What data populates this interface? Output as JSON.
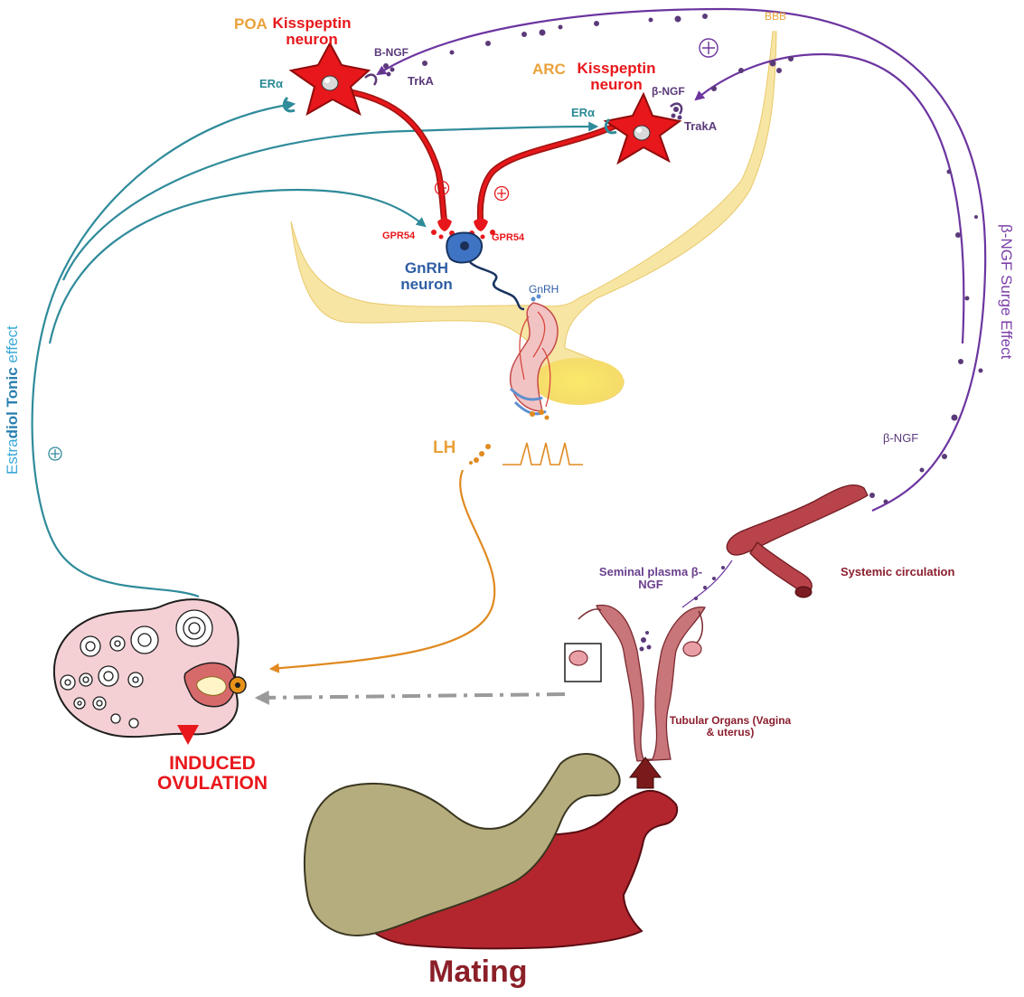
{
  "neurons": {
    "poa_label": "POA",
    "poa_kisspeptin": "Kisspeptin neuron",
    "arc_label": "ARC",
    "arc_kisspeptin": "Kisspeptin neuron",
    "gnrh_neuron": "GnRH neuron"
  },
  "receptors": {
    "b_ngf_poa": "B-NGF",
    "trka_poa": "TrkA",
    "b_ngf_arc": "β-NGF",
    "traka_arc": "TrakA",
    "er_alpha_poa": "ERα",
    "er_alpha_arc": "ERα",
    "gpr54_left": "GPR54",
    "gpr54_right": "GPR54",
    "gnrh": "GnRH"
  },
  "labels": {
    "bbb": "BBB",
    "lh": "LH",
    "b_ngf_circulation": "β-NGF",
    "seminal_plasma": "Seminal plasma β-NGF",
    "systemic_circulation": "Systemic circulation",
    "tubular_organs": "Tubular Organs (Vagina & uterus)",
    "induced_ovulation": "INDUCED OVULATION",
    "mating": "Mating"
  },
  "side_labels": {
    "estradiol_prefix": "Estra",
    "estradiol_bold": "diol Tonic",
    "estradiol_suffix": " effect",
    "surge_effect": "β-NGF Surge Effect"
  },
  "colors": {
    "kisspeptin_red": "#e8171b",
    "hypothalamus_yellow": "#f6e3a0",
    "estradiol_teal": "#2f8b9a",
    "ngf_purple": "#6c35a0",
    "lh_orange": "#e08a20",
    "uterus_pink": "#c86a70",
    "gnrh_blue": "#2f5ea5"
  }
}
